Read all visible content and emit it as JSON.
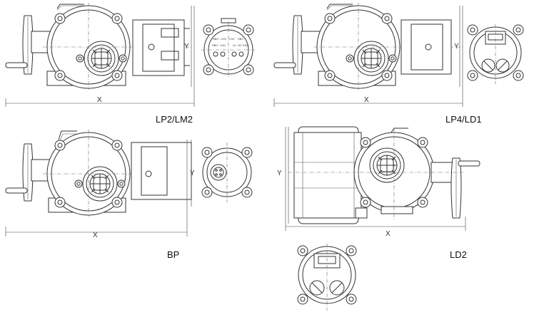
{
  "dimensions": {
    "x_label": "X",
    "y_label": "Y"
  },
  "variants": [
    {
      "id": "lp2-lm2",
      "caption": "LP2/LM2"
    },
    {
      "id": "lp4-ld1",
      "caption": "LP4/LD1"
    },
    {
      "id": "bp",
      "caption": "BP"
    },
    {
      "id": "ld2",
      "caption": "LD2"
    }
  ],
  "terminal_labels": [
    "SBO",
    "LSO",
    "LSC",
    "SBC",
    "SBO",
    "LSO",
    "CL",
    "SC",
    "ESD"
  ]
}
